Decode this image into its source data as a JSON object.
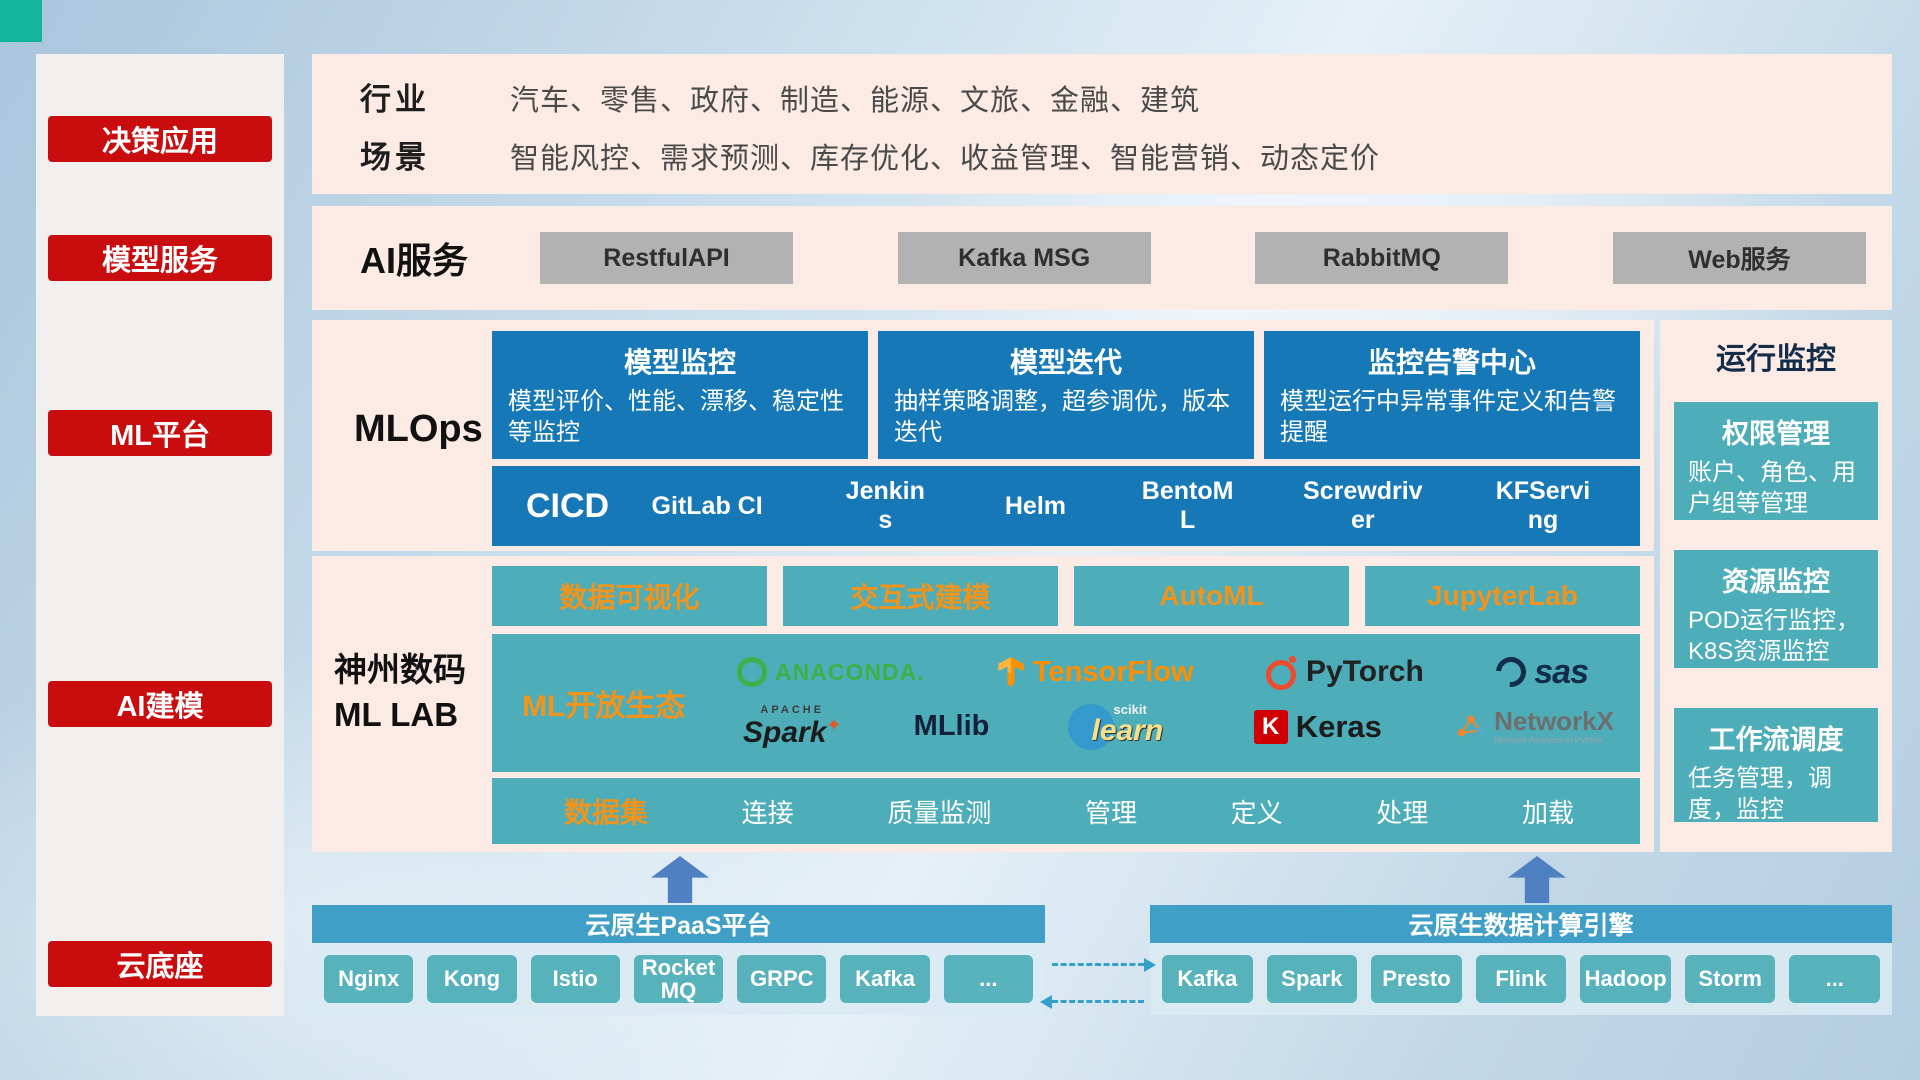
{
  "sidebar": {
    "items": [
      {
        "label": "决策应用"
      },
      {
        "label": "模型服务"
      },
      {
        "label": "ML平台"
      },
      {
        "label": "AI建模"
      },
      {
        "label": "云底座"
      }
    ]
  },
  "industry": {
    "rows": [
      {
        "label": "行业",
        "text": "汽车、零售、政府、制造、能源、文旅、金融、建筑"
      },
      {
        "label": "场景",
        "text": "智能风控、需求预测、库存优化、收益管理、智能营销、动态定价"
      }
    ]
  },
  "ai_service": {
    "label": "AI服务",
    "buttons": [
      "RestfulAPI",
      "Kafka MSG",
      "RabbitMQ",
      "Web服务"
    ]
  },
  "mlops": {
    "label": "MLOps",
    "cards": [
      {
        "title": "模型监控",
        "desc": "模型评价、性能、漂移、稳定性等监控"
      },
      {
        "title": "模型迭代",
        "desc": "抽样策略调整，超参调优，版本迭代"
      },
      {
        "title": "监控告警中心",
        "desc": "模型运行中异常事件定义和告警提醒"
      }
    ],
    "cicd_label": "CICD",
    "cicd_tools": [
      "GitLab CI",
      "Jenkins",
      "Helm",
      "BentoML",
      "Screwdriver",
      "KFServing"
    ]
  },
  "mllab": {
    "label_line1": "神州数码",
    "label_line2": "ML LAB",
    "top_tools": [
      "数据可视化",
      "交互式建模",
      "AutoML",
      "JupyterLab"
    ],
    "eco_label": "ML开放生态",
    "logos": {
      "anaconda": "ANACONDA.",
      "tensorflow": "TensorFlow",
      "pytorch": "PyTorch",
      "sas": "sas",
      "spark_top": "APACHE",
      "spark": "Spark",
      "spark_star": "✦",
      "mllib": "MLlib",
      "scikit_top": "scikit",
      "scikit": "learn",
      "keras_glyph": "K",
      "keras": "Keras",
      "networkx": "NetworkX",
      "networkx_sub": "Network Analysis in Python"
    },
    "data_row": {
      "first": "数据集",
      "items": [
        "连接",
        "质量监测",
        "管理",
        "定义",
        "处理",
        "加载"
      ]
    }
  },
  "monitor": {
    "title": "运行监控",
    "cards": [
      {
        "title": "权限管理",
        "desc": "账户、角色、用户组等管理"
      },
      {
        "title": "资源监控",
        "desc": "POD运行监控，K8S资源监控"
      },
      {
        "title": "工作流调度",
        "desc": "任务管理，调度，监控"
      }
    ]
  },
  "bottom": {
    "left": {
      "title": "云原生PaaS平台",
      "items": [
        "Nginx",
        "Kong",
        "Istio",
        "RocketMQ",
        "GRPC",
        "Kafka",
        "..."
      ]
    },
    "right": {
      "title": "云原生数据计算引擎",
      "items": [
        "Kafka",
        "Spark",
        "Presto",
        "Flink",
        "Hadoop",
        "Storm",
        "..."
      ]
    }
  },
  "colors": {
    "badge_red": "#c90d0e",
    "card_blue": "#1678b6",
    "teal_box": "#4dadb8",
    "orange_accent": "#f0941d",
    "panel_pink": "#fcebe5",
    "bar_blue": "#3f9fc7",
    "chip_teal": "#58b2bc",
    "gray_button": "#b3b2b2",
    "arrow_blue": "#4e80c2",
    "corner_teal": "#12b49b"
  }
}
